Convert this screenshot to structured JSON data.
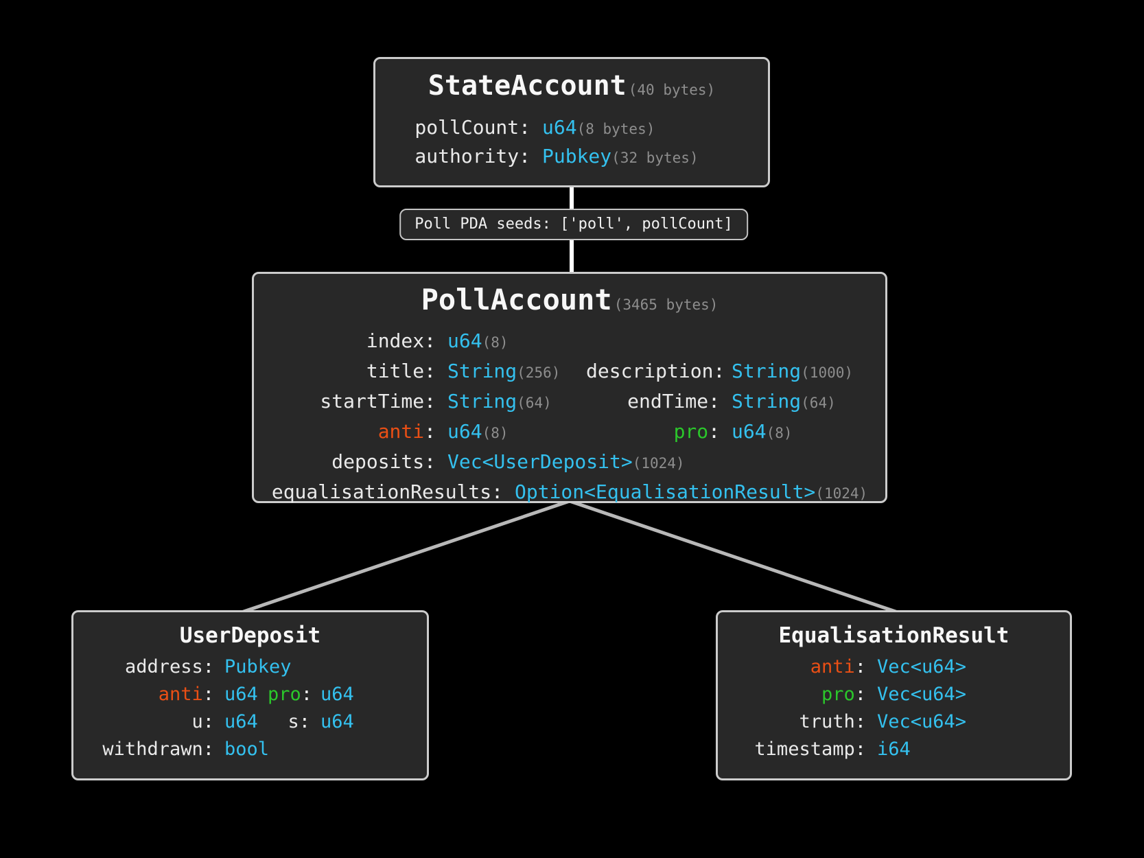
{
  "punct": {
    "colon": ":"
  },
  "colors": {
    "background": "#000000",
    "box_fill": "#282828",
    "border_color": "#cccccc",
    "type_color": "#34c1ef",
    "anti_color": "#ea4f15",
    "pro_color": "#2bc72b",
    "annotation_color": "#8e8e8e",
    "line_color": "#b8b8b8",
    "vline_color": "#ffffff"
  },
  "state_account": {
    "title": "StateAccount",
    "size_note": "(40 bytes)",
    "fields": [
      {
        "name": "pollCount",
        "type": "u64",
        "note": "(8 bytes)"
      },
      {
        "name": "authority",
        "type": "Pubkey",
        "note": "(32 bytes)"
      }
    ]
  },
  "pda_label": {
    "text": "Poll PDA seeds: ['poll', pollCount]"
  },
  "poll_account": {
    "title": "PollAccount",
    "size_note": "(3465 bytes)",
    "rows": [
      {
        "name": "index",
        "type": "u64",
        "note": "(8)"
      },
      {
        "name": "title",
        "type": "String",
        "note": "(256)",
        "name2": "description",
        "type2": "String",
        "note2": "(1000)"
      },
      {
        "name": "startTime",
        "type": "String",
        "note": "(64)",
        "name2": "endTime",
        "type2": "String",
        "note2": "(64)"
      },
      {
        "name": "anti",
        "type": "u64",
        "note": "(8)",
        "name2": "pro",
        "type2": "u64",
        "note2": "(8)"
      },
      {
        "name": "deposits",
        "type": "Vec<UserDeposit>",
        "note": "(1024)"
      },
      {
        "name": "equalisationResults",
        "type": "Option<EqualisationResult>",
        "note": "(1024)"
      }
    ]
  },
  "user_deposit": {
    "title": "UserDeposit",
    "rows": [
      {
        "name": "address",
        "type": "Pubkey"
      },
      {
        "name": "anti",
        "type": "u64",
        "name2": "pro",
        "type2": "u64"
      },
      {
        "name": "u",
        "type": "u64",
        "name2": "s",
        "type2": "u64"
      },
      {
        "name": "withdrawn",
        "type": "bool"
      }
    ]
  },
  "equalisation_result": {
    "title": "EqualisationResult",
    "rows": [
      {
        "name": "anti",
        "type": "Vec<u64>"
      },
      {
        "name": "pro",
        "type": "Vec<u64>"
      },
      {
        "name": "truth",
        "type": "Vec<u64>"
      },
      {
        "name": "timestamp",
        "type": "i64"
      }
    ]
  }
}
